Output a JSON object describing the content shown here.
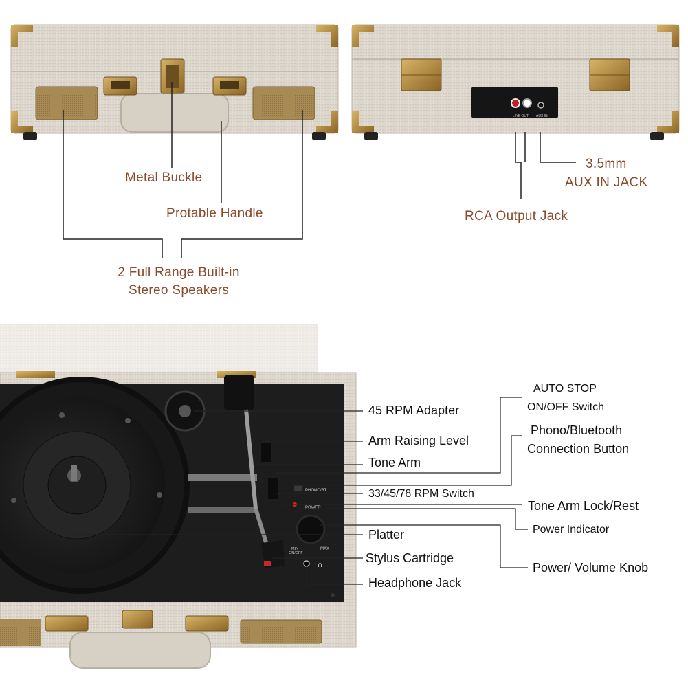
{
  "top_labels": {
    "metal_buckle": "Metal Buckle",
    "handle": "Protable Handle",
    "speakers_line1": "2 Full Range Built-in",
    "speakers_line2": "Stereo Speakers",
    "aux_line1": "3.5mm",
    "aux_line2": "AUX IN JACK",
    "rca": "RCA Output Jack"
  },
  "panel_text": {
    "line_out": "LINE OUT",
    "aux_in": "AUX IN",
    "phono_bt": "PHONO/BT",
    "power": "POWER",
    "min_onoff": "MIN\nON/OFF",
    "max": "MAX"
  },
  "left_callouts": [
    "45 RPM Adapter",
    "Arm Raising Level",
    "Tone Arm",
    "33/45/78 RPM Switch",
    "Platter",
    "Stylus Cartridge",
    "Headphone Jack"
  ],
  "right_callouts": {
    "auto_stop_line1": "AUTO STOP",
    "auto_stop_line2": "ON/OFF Switch",
    "phono_line1": "Phono/Bluetooth",
    "phono_line2": "Connection Button",
    "tone_arm_lock": "Tone Arm Lock/Rest",
    "power_indicator": "Power Indicator",
    "power_knob": "Power/ Volume Knob"
  },
  "colors": {
    "label_brown": "#8a4a2c",
    "label_black": "#111111",
    "linen": "#dcd6cc",
    "brass": "#b08a3c",
    "deck": "#1c1c1c"
  }
}
